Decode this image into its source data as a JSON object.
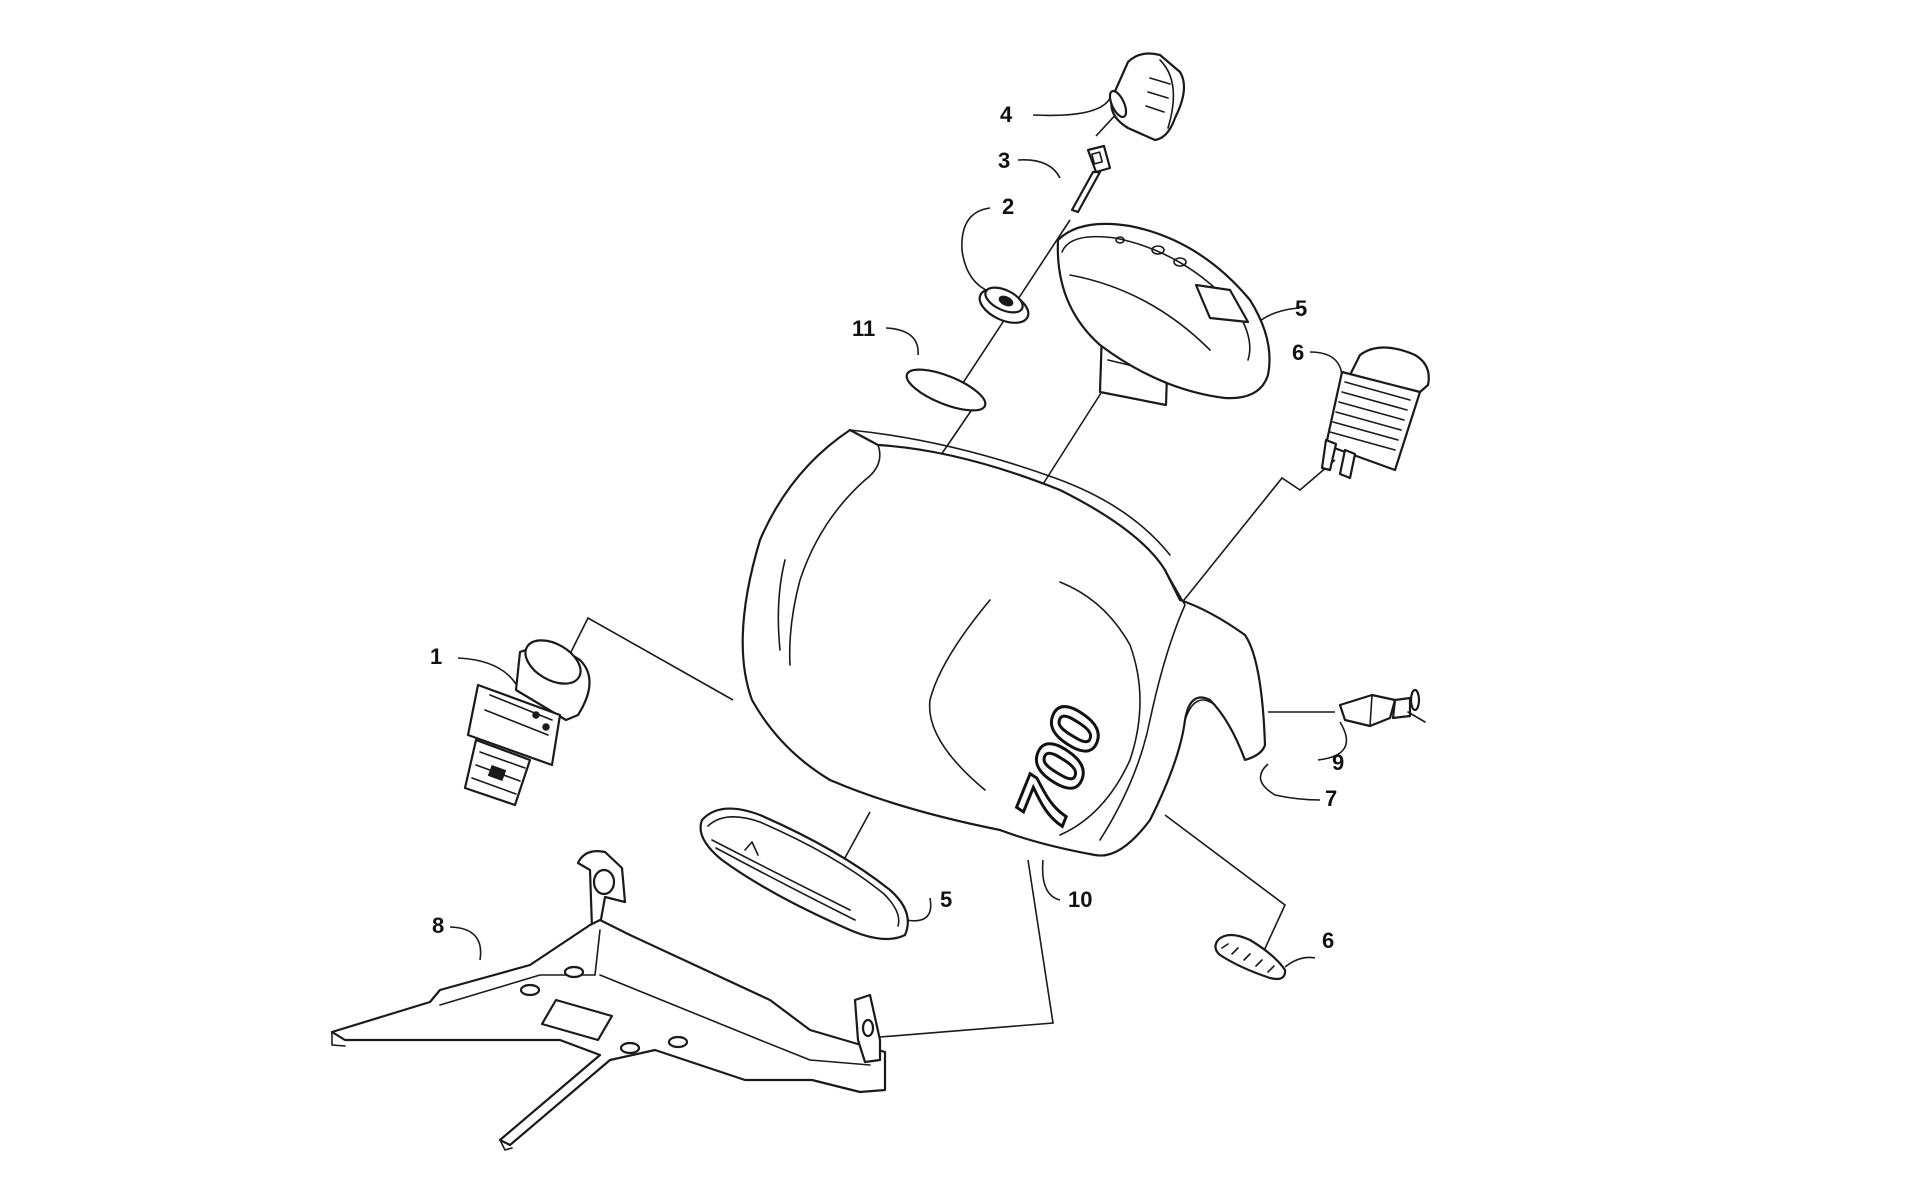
{
  "callouts": {
    "c1": "1",
    "c2": "2",
    "c3": "3",
    "c4": "4",
    "c5a": "5",
    "c5b": "5",
    "c6a": "6",
    "c6b": "6",
    "c7": "7",
    "c8": "8",
    "c9": "9",
    "c10": "10",
    "c11": "11"
  },
  "logo_text": "700"
}
